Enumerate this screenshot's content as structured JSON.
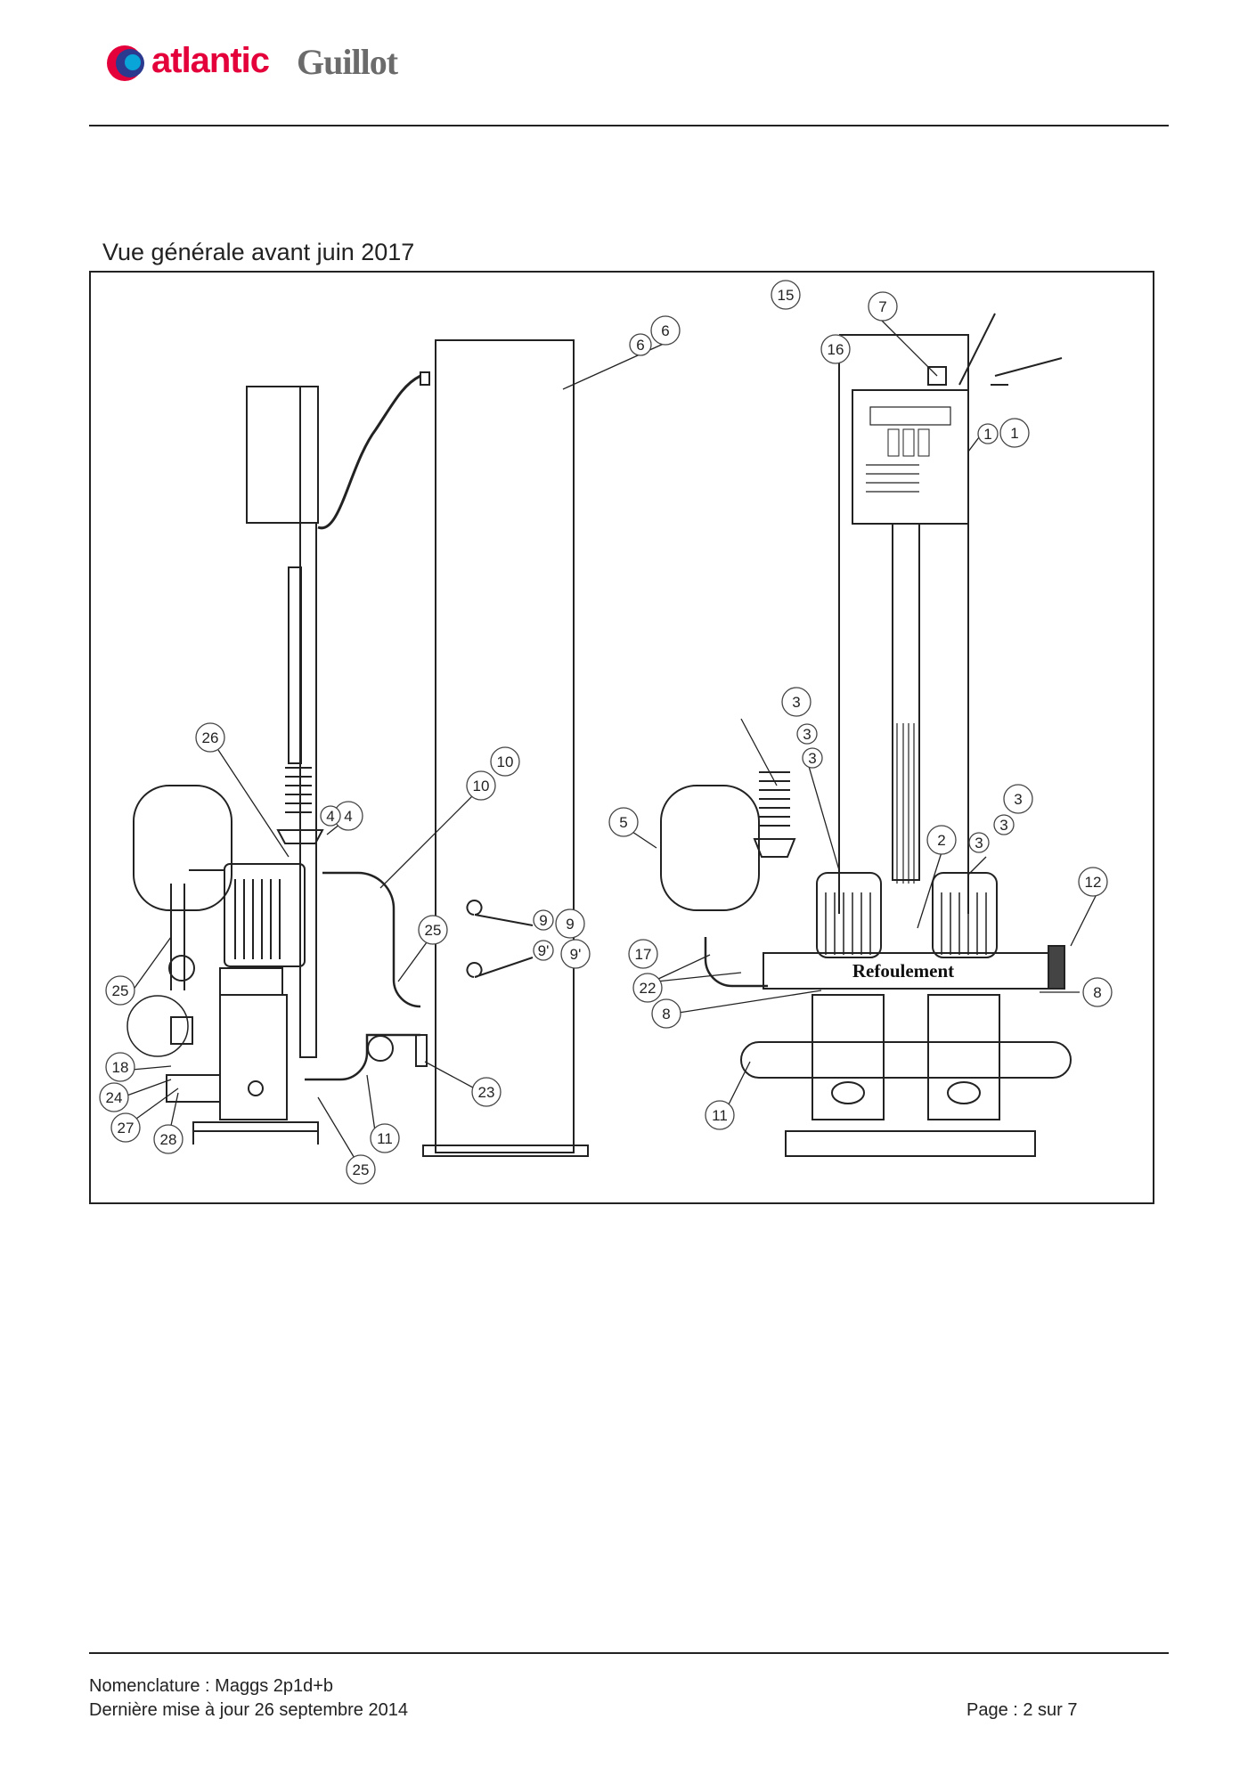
{
  "header": {
    "brand_primary": "atlantic",
    "brand_secondary": "Guillot",
    "brand_color": "#e4003a",
    "brand_secondary_color": "#6b6b6b"
  },
  "section_title": "Vue générale avant juin 2017",
  "diagram": {
    "discharge_label": "Refoulement",
    "callouts": [
      "15",
      "7",
      "6",
      "6",
      "16",
      "1",
      "1",
      "26",
      "10",
      "10",
      "4",
      "4",
      "3",
      "3",
      "3",
      "3",
      "3",
      "3",
      "5",
      "2",
      "12",
      "25",
      "9",
      "9",
      "9'",
      "9'",
      "17",
      "22",
      "8",
      "8",
      "25",
      "18",
      "24",
      "27",
      "28",
      "23",
      "11",
      "11",
      "25"
    ]
  },
  "footer": {
    "nomenclature": "Nomenclature : Maggs 2p1d+b",
    "last_update": "Dernière mise à jour 26 septembre 2014",
    "page": "Page : 2 sur 7"
  }
}
